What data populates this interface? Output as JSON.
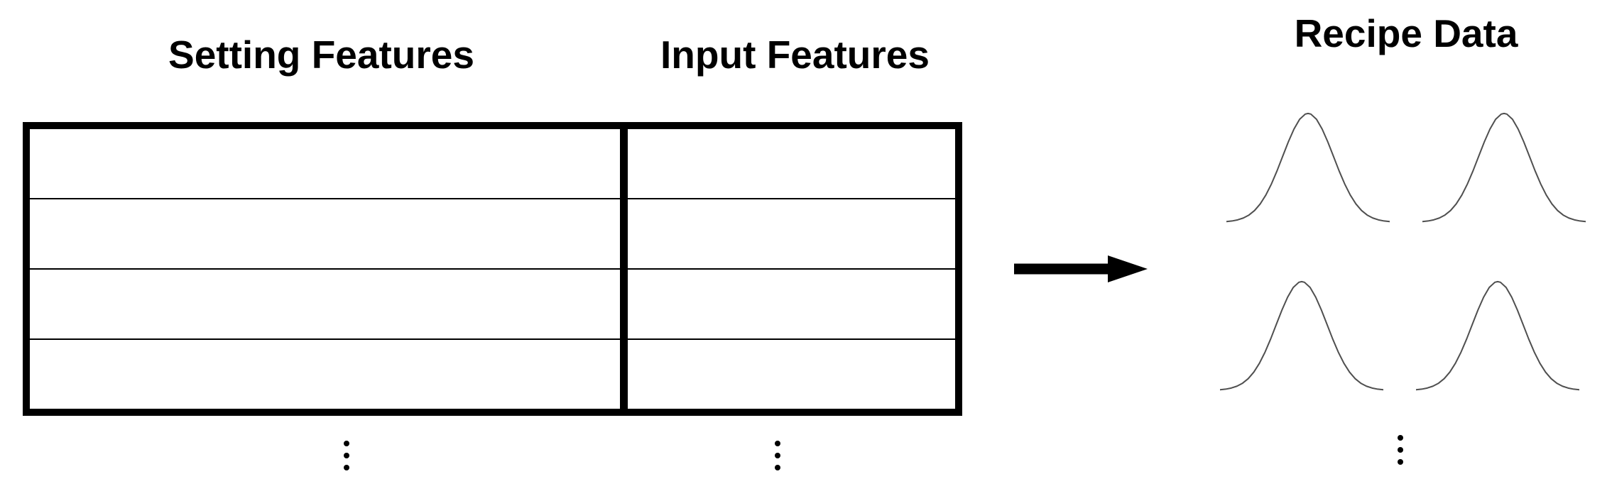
{
  "figure": {
    "background_color": "#ffffff",
    "line_color": "#000000",
    "curve_color": "#4f4f4f"
  },
  "feature_table": {
    "columns": [
      {
        "label": "Setting Features"
      },
      {
        "label": "Input Features"
      }
    ],
    "row_count": 4,
    "rows": [
      [
        "",
        ""
      ],
      [
        "",
        ""
      ],
      [
        "",
        ""
      ],
      [
        "",
        ""
      ]
    ],
    "continuation_symbol": "⋮"
  },
  "arrow": {
    "direction": "right",
    "symbol": "→"
  },
  "recipe": {
    "title": "Recipe Data",
    "distributions": {
      "shape": "gaussian",
      "grid_rows": 2,
      "grid_cols": 2,
      "count": 4
    },
    "continuation_symbol": "⋮"
  },
  "icons": {
    "vertical_ellipsis": "⋮",
    "right_arrow": "→"
  }
}
